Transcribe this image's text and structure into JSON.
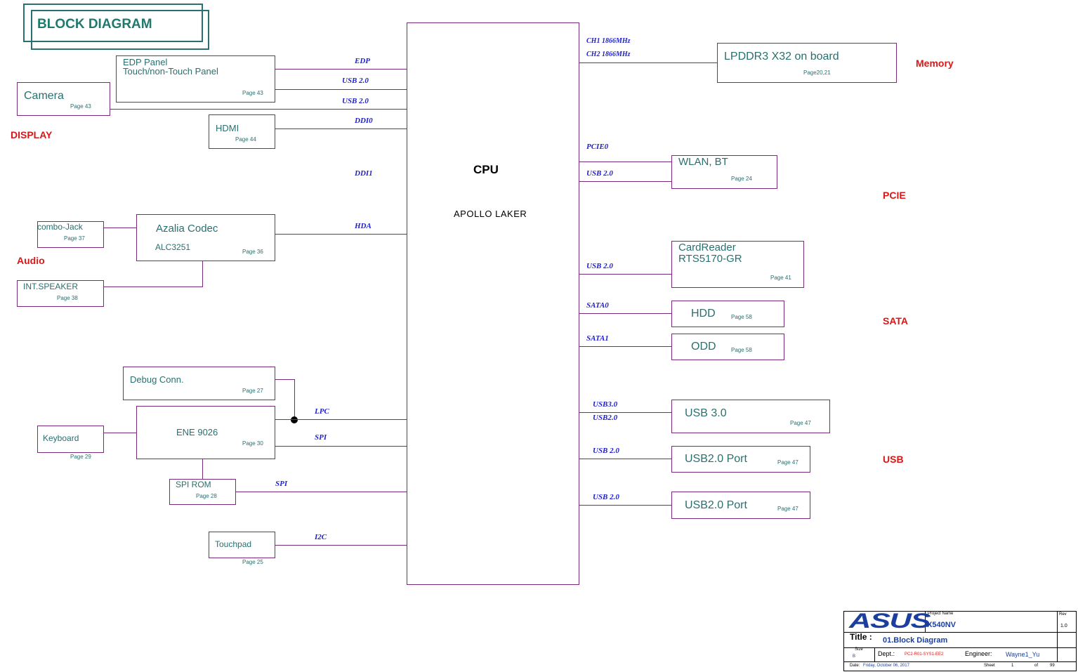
{
  "header": {
    "title": "BLOCK DIAGRAM"
  },
  "cpu": {
    "label": "CPU",
    "sub": "APOLLO LAKER"
  },
  "sections": {
    "display": "DISPLAY",
    "audio": "Audio",
    "memory": "Memory",
    "pcie": "PCIE",
    "sata": "SATA",
    "usb": "USB"
  },
  "blocks": {
    "edp": {
      "line1": "EDP Panel",
      "line2": "Touch/non-Touch Panel",
      "page": "Page 43"
    },
    "camera": {
      "label": "Camera",
      "page": "Page 43"
    },
    "hdmi": {
      "label": "HDMI",
      "page": "Page 44"
    },
    "combo": {
      "label": "combo-Jack",
      "page": "Page 37"
    },
    "codec": {
      "label": "Azalia Codec",
      "sub": "ALC3251",
      "page": "Page 36"
    },
    "speaker": {
      "label": "INT.SPEAKER",
      "page": "Page 38"
    },
    "debug": {
      "label": "Debug Conn.",
      "page": "Page 27"
    },
    "ene": {
      "label": "ENE 9026",
      "page": "Page 30"
    },
    "keyboard": {
      "label": "Keyboard",
      "page": "Page 29"
    },
    "spirom": {
      "label": "SPI ROM",
      "page": "Page 28"
    },
    "touchpad": {
      "label": "Touchpad",
      "page": "Page 25"
    },
    "lpddr": {
      "label": "LPDDR3 X32 on board",
      "page": "Page20,21"
    },
    "wlan": {
      "label": "WLAN, BT",
      "page": "Page 24"
    },
    "card": {
      "line1": "CardReader",
      "line2": "RTS5170-GR",
      "page": "Page 41"
    },
    "hdd": {
      "label": "HDD",
      "page": "Page 58"
    },
    "odd": {
      "label": "ODD",
      "page": "Page 58"
    },
    "usb3": {
      "label": "USB 3.0",
      "page": "Page 47"
    },
    "usb2a": {
      "label": "USB2.0 Port",
      "page": "Page 47"
    },
    "usb2b": {
      "label": "USB2.0 Port",
      "page": "Page 47"
    }
  },
  "signals": {
    "edp": "EDP",
    "usb_edp": "USB 2.0",
    "usb_cam": "USB 2.0",
    "ddi0": "DDI0",
    "ddi1": "DDI1",
    "hda": "HDA",
    "lpc": "LPC",
    "spi_ene": "SPI",
    "spi_rom": "SPI",
    "i2c": "I2C",
    "ch1": "CH1 1866MHz",
    "ch2": "CH2 1866MHz",
    "pcie0": "PCIE0",
    "usb_wlan": "USB 2.0",
    "usb_card": "USB 2.0",
    "sata0": "SATA0",
    "sata1": "SATA1",
    "usb30": "USB3.0",
    "usb20": "USB2.0",
    "usb_port1": "USB 2.0",
    "usb_port2": "USB 2.0"
  },
  "title_block": {
    "logo": "ASUS",
    "project_name_label": "Project Name",
    "project_name": "X540NV",
    "rev_label": "Rev",
    "rev": "1.0",
    "title_label": "Title :",
    "title": "01.Block Diagram",
    "size_label": "Size",
    "size": "B",
    "dept_label": "Dept.:",
    "dept": "PC2-R01-SYS1-EE2",
    "engineer_label": "Engineer:",
    "engineer": "Wayne1_Yu",
    "date_label": "Date:",
    "date": "Friday, October 06, 2017",
    "sheet_label": "Sheet",
    "sheet": "1",
    "of_label": "of",
    "of": "99"
  },
  "colors": {
    "box_border": "#7a2a7a",
    "label": "#2a6f6f",
    "signal": "#1f1fd0",
    "section": "#d81818",
    "logo": "#1c3f9e"
  }
}
